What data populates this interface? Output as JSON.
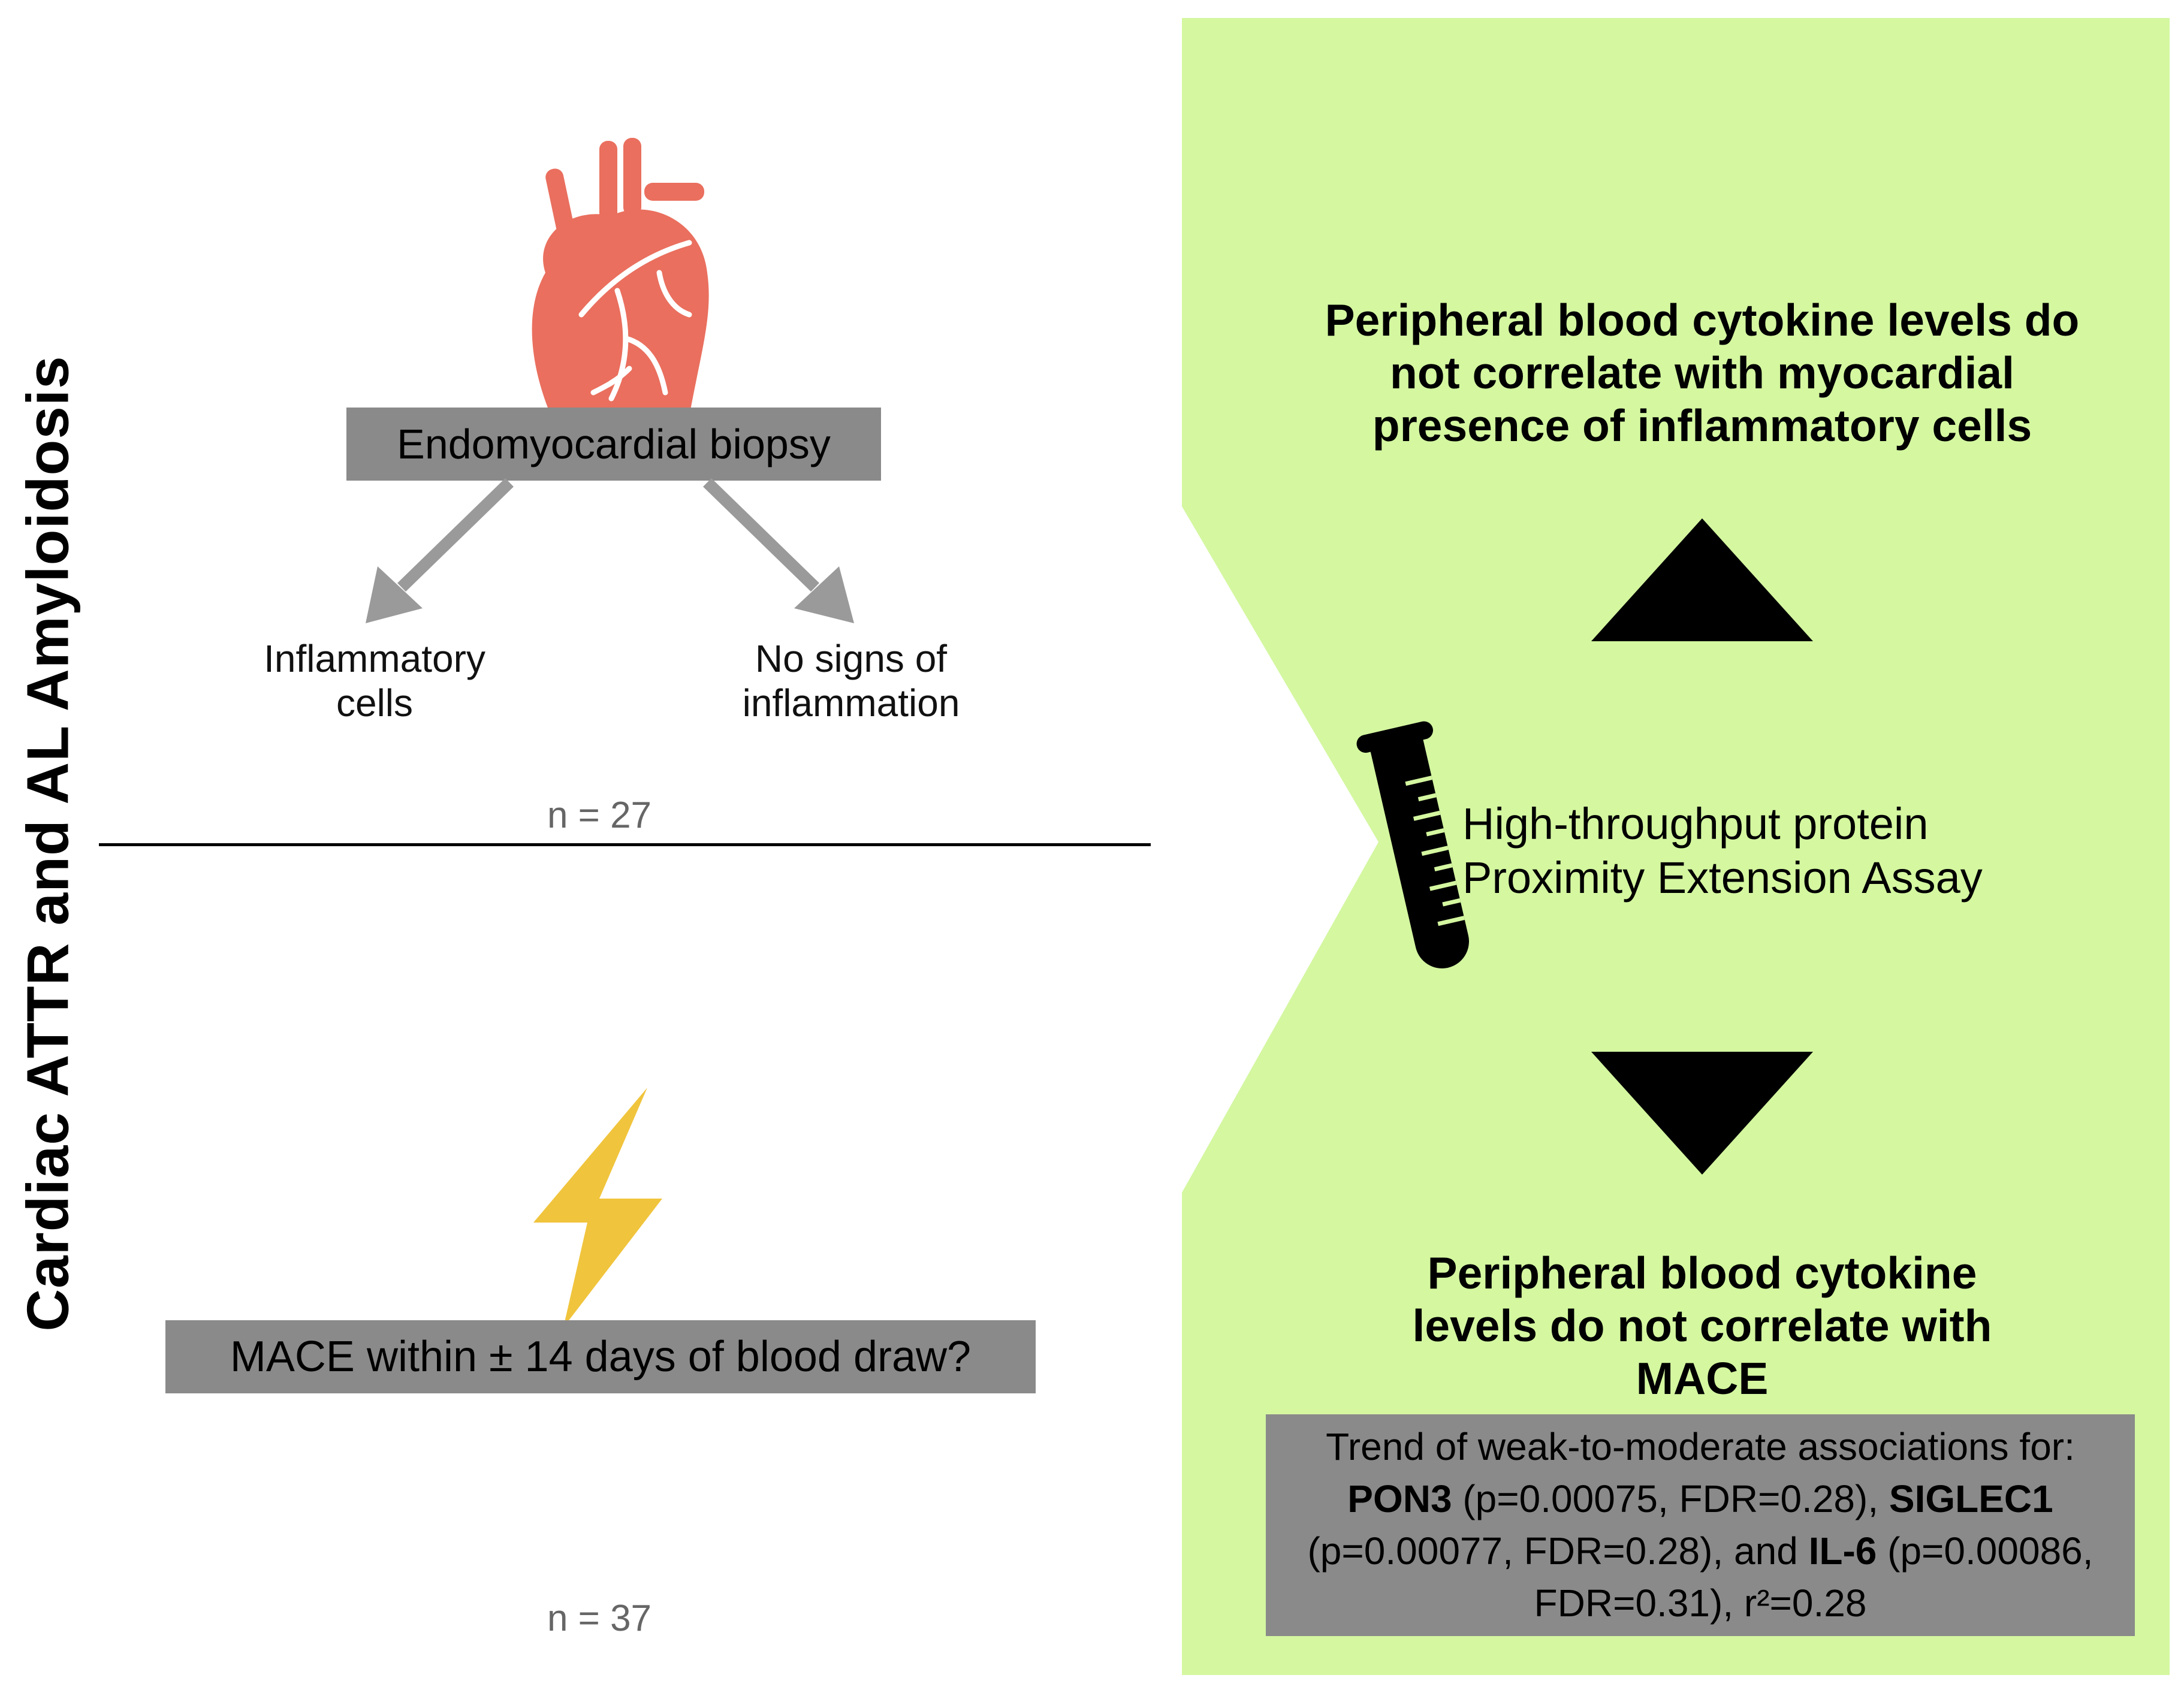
{
  "left_panel": {
    "vertical_title": "Cardiac ATTR and AL Amyloidosis",
    "biopsy_label": "Endomyocardial biopsy",
    "branch_left": [
      "Inflammatory",
      "cells"
    ],
    "branch_right": [
      "No signs of",
      "inflammation"
    ],
    "n_top": "n = 27",
    "mace_label": "MACE within ± 14 days of blood draw?",
    "n_bottom": "n = 37",
    "icons": [
      "heart-icon",
      "lightning-icon"
    ]
  },
  "right_panel": {
    "color": "#d4f7a0",
    "result_top": [
      "Peripheral blood cytokine levels do",
      "not correlate with myocardial",
      "presence of inflammatory cells"
    ],
    "assay": [
      "High-throughput protein",
      "Proximity Extension Assay"
    ],
    "result_bottom": [
      "Peripheral blood cytokine",
      "levels do not correlate with",
      "MACE"
    ],
    "trend": {
      "intro": "Trend of weak-to-moderate associations for:",
      "pon3_name": "PON3",
      "pon3_stats": " (p=0.00075, FDR=0.28), ",
      "siglec1_name": "SIGLEC1",
      "siglec1_stats": "(p=0.00077, FDR=0.28), and ",
      "il6_name": "IL-6",
      "il6_stats": " (p=0.00086,",
      "tail": "FDR=0.31), r²=0.28"
    },
    "icons": [
      "test-tube-icon",
      "triangle-up-icon",
      "triangle-down-icon"
    ]
  },
  "colors": {
    "heart": "#ea6f5e",
    "lightning": "#f0c43c",
    "box_gray": "#8a8a8a",
    "arrow_gray": "#9a9a9a",
    "panel_green": "#d4f7a0"
  }
}
